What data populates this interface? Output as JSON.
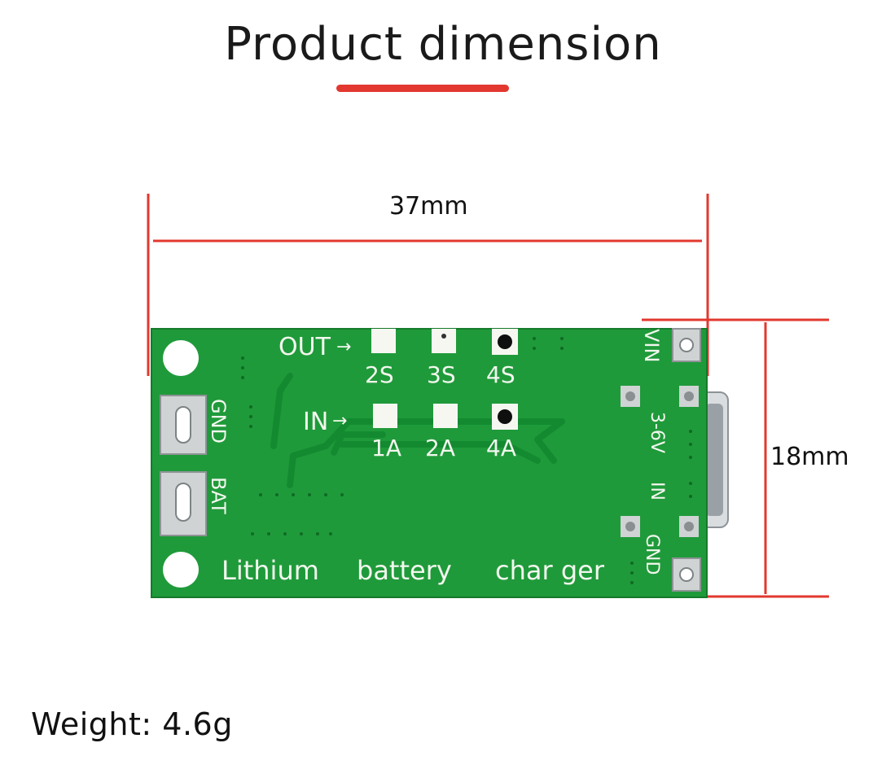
{
  "title": "Product dimension",
  "dimensions": {
    "width_label": "37mm",
    "height_label": "18mm"
  },
  "weight_text": "Weight:  4.6g",
  "board": {
    "output_label": "OUT",
    "output_options": [
      "2S",
      "3S",
      "4S"
    ],
    "input_label": "IN",
    "input_options": [
      "1A",
      "2A",
      "4A"
    ],
    "pin_gnd": "GND",
    "pin_bat": "BAT",
    "pin_vin": "VIN",
    "pin_vin_range": "3-6V",
    "pin_in": "IN",
    "pin_gnd_right": "GND",
    "caption_1": "Lithium",
    "caption_2": "battery",
    "caption_3": "char ger"
  },
  "colors": {
    "dimension_lines": "#e2382f",
    "pcb": "#1f9a3a",
    "silkscreen": "#f2f7ee"
  }
}
